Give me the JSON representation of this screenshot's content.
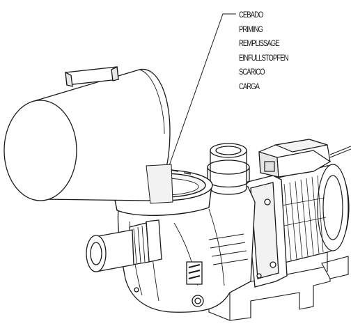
{
  "callout": {
    "labels": [
      "CEBADO",
      "PRIMING",
      "REMPLISSAGE",
      "EINFULLSTOPFEN",
      "SCARICO",
      "CARGA"
    ]
  },
  "icons": {
    "lid": "pump-lid-icon",
    "pump": "pool-pump-icon"
  },
  "colors": {
    "line": "#1a1a1a",
    "fill": "#ffffff",
    "shade": "#d9d9d9"
  }
}
